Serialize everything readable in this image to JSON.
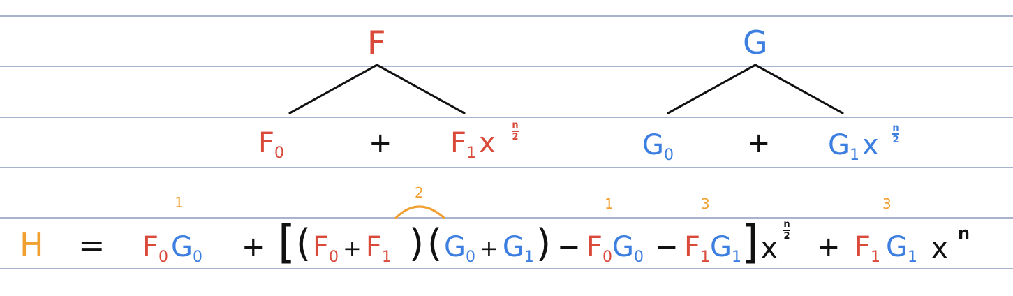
{
  "colors": {
    "red": "#d94a3a",
    "blue": "#3d7fe0",
    "orange": "#f0a030",
    "ink": "#111111",
    "rule": "#a8b4cf"
  },
  "tree_f": {
    "root": "F",
    "left": {
      "base": "F",
      "sub": "0"
    },
    "plus": "+",
    "right": {
      "base": "F",
      "sub": "1",
      "var": "x",
      "exp_num": "n",
      "exp_den": "2"
    }
  },
  "tree_g": {
    "root": "G",
    "left": {
      "base": "G",
      "sub": "0"
    },
    "plus": "+",
    "right": {
      "base": "G",
      "sub": "1",
      "var": "x",
      "exp_num": "n",
      "exp_den": "2"
    }
  },
  "equation": {
    "lhs": "H",
    "eq": "=",
    "t1": {
      "f": "F",
      "fs": "0",
      "g": "G",
      "gs": "0"
    },
    "plus1": "+",
    "lbracket": "[",
    "lparen1": "(",
    "a1": "F",
    "a1s": "0",
    "aplus": "+",
    "a2": "F",
    "a2s": "1",
    "rparen1": ")",
    "lparen2": "(",
    "b1": "G",
    "b1s": "0",
    "bplus": "+",
    "b2": "G",
    "b2s": "1",
    "rparen2": ")",
    "minus1": "−",
    "t2": {
      "f": "F",
      "fs": "0",
      "g": "G",
      "gs": "0"
    },
    "minus2": "−",
    "t3": {
      "f": "F",
      "fs": "1",
      "g": "G",
      "gs": "1"
    },
    "rbracket": "]",
    "x1": "x",
    "x1_num": "n",
    "x1_den": "2",
    "plus2": "+",
    "t4": {
      "f": "F",
      "fs": "1",
      "g": "G",
      "gs": "1"
    },
    "x2": "x",
    "x2_exp": "n"
  },
  "annotations": {
    "m1": "1",
    "m2": "2",
    "m3": "1",
    "m4": "3",
    "m5": "3"
  }
}
